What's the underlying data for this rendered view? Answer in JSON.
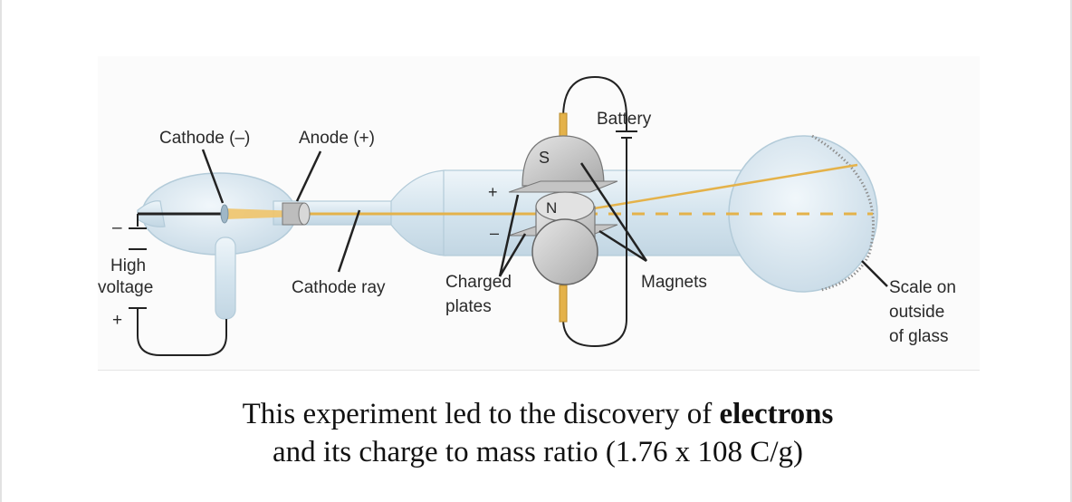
{
  "labels": {
    "cathode": "Cathode (–)",
    "anode": "Anode (+)",
    "battery": "Battery",
    "magnet_s": "S",
    "magnet_n": "N",
    "plus_sign": "+",
    "minus_sign": "–",
    "hv_minus": "–",
    "hv_plus": "+",
    "high_voltage_1": "High",
    "high_voltage_2": "voltage",
    "cathode_ray": "Cathode ray",
    "charged_plates_1": "Charged",
    "charged_plates_2": "plates",
    "magnets": "Magnets",
    "scale_1": "Scale on",
    "scale_2": "outside",
    "scale_3": "of glass"
  },
  "caption": {
    "line1_prefix": "This experiment led to the discovery of ",
    "line1_bold": "electrons",
    "line2": "and its charge to mass ratio (1.76 x 108 C/g)"
  },
  "colors": {
    "glass": "#d7e6ef",
    "glass_edge": "#a9c3d3",
    "beam": "#e4b24a",
    "magnet": "#c9c9c9",
    "wire": "#222222"
  }
}
